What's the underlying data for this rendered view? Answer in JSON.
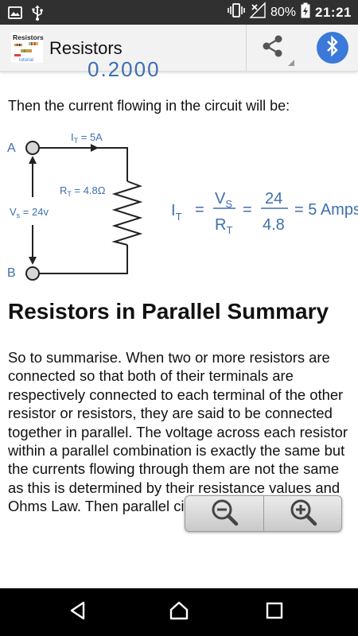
{
  "status_bar": {
    "battery": "80%",
    "time": "21:21",
    "icons": [
      "image-icon",
      "usb-icon",
      "vibrate-icon",
      "no-signal-icon",
      "battery-charging-icon"
    ]
  },
  "app_bar": {
    "logo_text": "Resistors",
    "logo_subtext": "tutorial",
    "title": "Resistors",
    "actions": [
      "share-icon",
      "bluetooth-icon"
    ]
  },
  "article": {
    "cut_text": "0.2000",
    "intro": "Then the current flowing in the circuit will be:",
    "circuit": {
      "terminal_a": "A",
      "terminal_b": "B",
      "current": "I",
      "current_sub": "T",
      "current_val": " = 5A",
      "resistance": "R",
      "resistance_sub": "T",
      "resistance_val": " = 4.8Ω",
      "voltage": "V",
      "voltage_sub": "s",
      "voltage_val": " = 24v"
    },
    "equation": {
      "lhs": "I",
      "lhs_sub": "T",
      "eq1": "=",
      "num1": "V",
      "num1_sub": "S",
      "den1": "R",
      "den1_sub": "T",
      "eq2": "=",
      "num2": "24",
      "den2": "4.8",
      "result": "= 5 Amps"
    },
    "heading": "Resistors in Parallel Summary",
    "paragraph": "So to summarise. When two or more resistors are connected so that both of their terminals are respectively connected to each terminal of the other resistor or resistors, they are said to be connected together in parallel. The voltage across each resistor within a parallel combination is exactly the same but the currents flowing through them are not the same as this is determined by their resistance values and Ohms Law. Then parallel circuits are current"
  },
  "zoom_controls": [
    "zoom-out-icon",
    "zoom-in-icon"
  ],
  "nav_bar": [
    "back-icon",
    "home-icon",
    "recents-icon"
  ],
  "colors": {
    "status_bar": "#303030",
    "app_bar": "#f2f2f2",
    "accent_blue": "#3a79d9",
    "diagram_blue": "#3f6fae",
    "nav_bar": "#000000"
  }
}
